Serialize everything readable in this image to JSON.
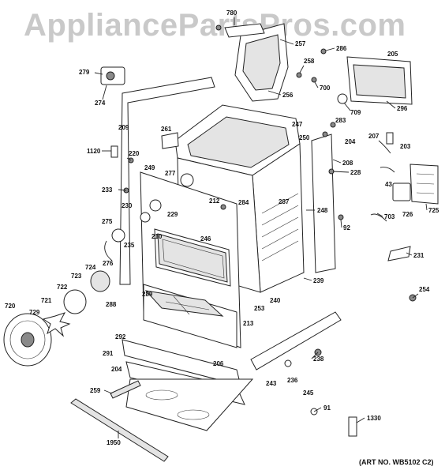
{
  "watermark": "AppliancePartsPros.com",
  "art_number": "(ART NO. WB5102 C2)",
  "part_numbers": [
    "780",
    "257",
    "286",
    "258",
    "205",
    "279",
    "274",
    "700",
    "256",
    "709",
    "296",
    "283",
    "247",
    "209",
    "261",
    "250",
    "204",
    "207",
    "203",
    "1120",
    "220",
    "277",
    "249",
    "208",
    "228",
    "233",
    "230",
    "229",
    "212",
    "284",
    "287",
    "248",
    "43",
    "726",
    "725",
    "275",
    "210",
    "246",
    "703",
    "92",
    "235",
    "276",
    "231",
    "724",
    "723",
    "722",
    "239",
    "254",
    "289",
    "721",
    "720",
    "729",
    "288",
    "240",
    "213",
    "253",
    "292",
    "238",
    "291",
    "204",
    "206",
    "236",
    "245",
    "243",
    "259",
    "91",
    "1330",
    "1950"
  ]
}
